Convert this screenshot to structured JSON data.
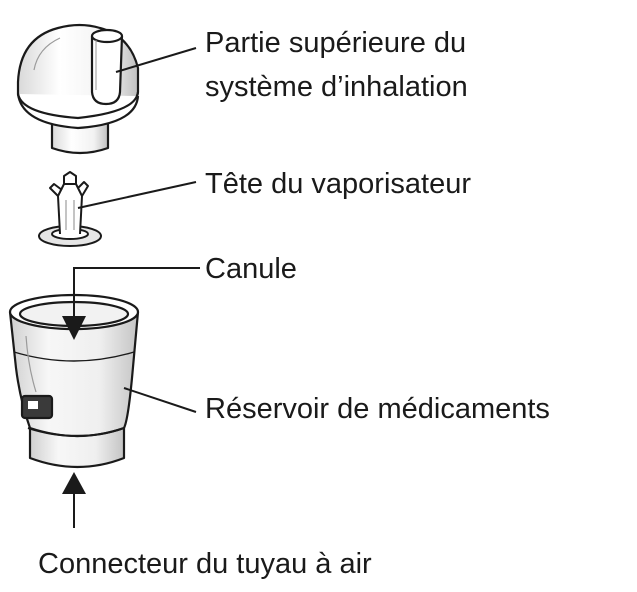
{
  "labels": {
    "top_part_line1": "Partie supérieure du",
    "top_part_line2": "système d’inhalation",
    "vaporizer_head": "Tête du vaporisateur",
    "cannula": "Canule",
    "medication_reservoir": "Réservoir de médicaments",
    "air_tube_connector": "Connecteur du tuyau à air"
  },
  "colors": {
    "stroke": "#1a1a1a",
    "fill": "#ffffff",
    "shade": "#e6e6e6"
  }
}
